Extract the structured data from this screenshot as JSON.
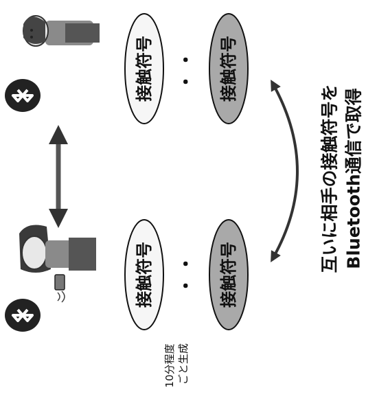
{
  "token_label": "接触符号",
  "ellipsis": "・・",
  "generation_note": "10分程度ごと生成",
  "caption": {
    "line1": "互いに相手の接触符号を",
    "line2": "Bluetooth通信で取得"
  },
  "icons": {
    "bluetooth": "bluetooth-icon",
    "person_at_desk": "person-desk-icon",
    "person_with_phone": "person-phone-icon"
  },
  "colors": {
    "ellipse_light": "#f6f6f6",
    "ellipse_dark": "#a9a9a9",
    "ink": "#111111",
    "arrow": "#333333",
    "bluetooth_bg": "#222222"
  }
}
